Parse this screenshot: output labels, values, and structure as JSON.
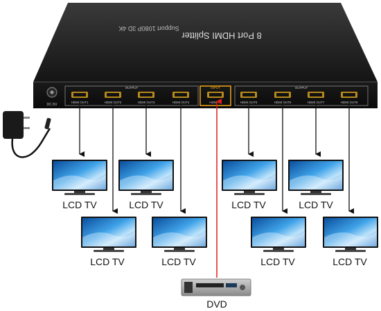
{
  "splitter": {
    "title": "8 Port HDMI Splitter",
    "subtitle": "Support 1080P 3D 4K",
    "power_label": "DC-5V",
    "output_group_label": "OUTPUT",
    "input_group_label": "INPUT",
    "input_port_label": "HDMI IN",
    "output_ports_left": [
      "HDMI OUT1",
      "HDMI OUT2",
      "HDMI OUT3",
      "HDMI OUT4"
    ],
    "output_ports_right": [
      "HDMI OUT5",
      "HDMI OUT6",
      "HDMI OUT7",
      "HDMI OUT8"
    ]
  },
  "tv_label": "LCD TV",
  "tvs": [
    "LCD TV",
    "LCD TV",
    "LCD TV",
    "LCD TV",
    "LCD TV",
    "LCD TV",
    "LCD TV",
    "LCD TV"
  ],
  "source": {
    "label": "DVD"
  },
  "colors": {
    "arrow_output": "#111111",
    "arrow_input": "#e41b1b",
    "input_port_frame": "#f2a516",
    "device_body": "#1e1e1e"
  }
}
